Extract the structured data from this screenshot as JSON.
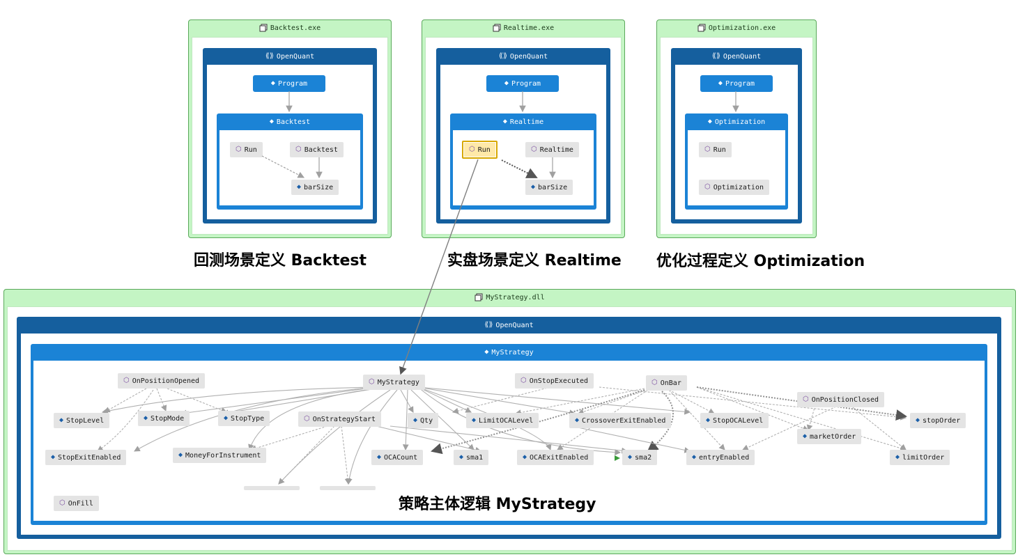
{
  "assemblies": {
    "backtest": {
      "title": "Backtest.exe",
      "namespace": "OpenQuant",
      "program": "Program",
      "class": "Backtest",
      "members": [
        "Run",
        "Backtest",
        "barSize"
      ]
    },
    "realtime": {
      "title": "Realtime.exe",
      "namespace": "OpenQuant",
      "program": "Program",
      "class": "Realtime",
      "members": [
        "Run",
        "Realtime",
        "barSize"
      ]
    },
    "optimization": {
      "title": "Optimization.exe",
      "namespace": "OpenQuant",
      "program": "Program",
      "class": "Optimization",
      "members": [
        "Run",
        "Optimization"
      ]
    },
    "mystrategy": {
      "title": "MyStrategy.dll",
      "namespace": "OpenQuant",
      "class": "MyStrategy"
    }
  },
  "captions": {
    "backtest": "回测场景定义 Backtest",
    "realtime": "实盘场景定义 Realtime",
    "optimization": "优化过程定义 Optimization",
    "mystrategy": "策略主体逻辑 MyStrategy"
  },
  "strategy_nodes": {
    "on_position_opened": "OnPositionOpened",
    "my_strategy": "MyStrategy",
    "on_stop_executed": "OnStopExecuted",
    "on_bar": "OnBar",
    "on_position_closed": "OnPositionClosed",
    "stop_level": "StopLevel",
    "stop_mode": "StopMode",
    "stop_type": "StopType",
    "on_strategy_start": "OnStrategyStart",
    "qty": "Qty",
    "limit_oca_level": "LimitOCALevel",
    "crossover_exit_enabled": "CrossoverExitEnabled",
    "stop_oca_level": "StopOCALevel",
    "stop_order": "stopOrder",
    "market_order": "marketOrder",
    "stop_exit_enabled": "StopExitEnabled",
    "money_for_instrument": "MoneyForInstrument",
    "oca_count": "OCACount",
    "sma1": "sma1",
    "oca_exit_enabled": "OCAExitEnabled",
    "sma2": "sma2",
    "entry_enabled": "entryEnabled",
    "limit_order": "limitOrder",
    "on_fill": "OnFill"
  },
  "colors": {
    "assembly_bg": "#c4f5c4",
    "namespace_bg": "#155f9e",
    "class_bg": "#1b83d6",
    "node_bg": "#e4e4e4",
    "selected_border": "#d8a800",
    "method_icon": "#7b4fa0",
    "field_icon": "#1b5fa8"
  },
  "icons": {
    "assembly": "assembly-icon",
    "namespace": "namespace-icon",
    "class": "class-icon",
    "method": "method-icon",
    "field": "field-icon"
  }
}
